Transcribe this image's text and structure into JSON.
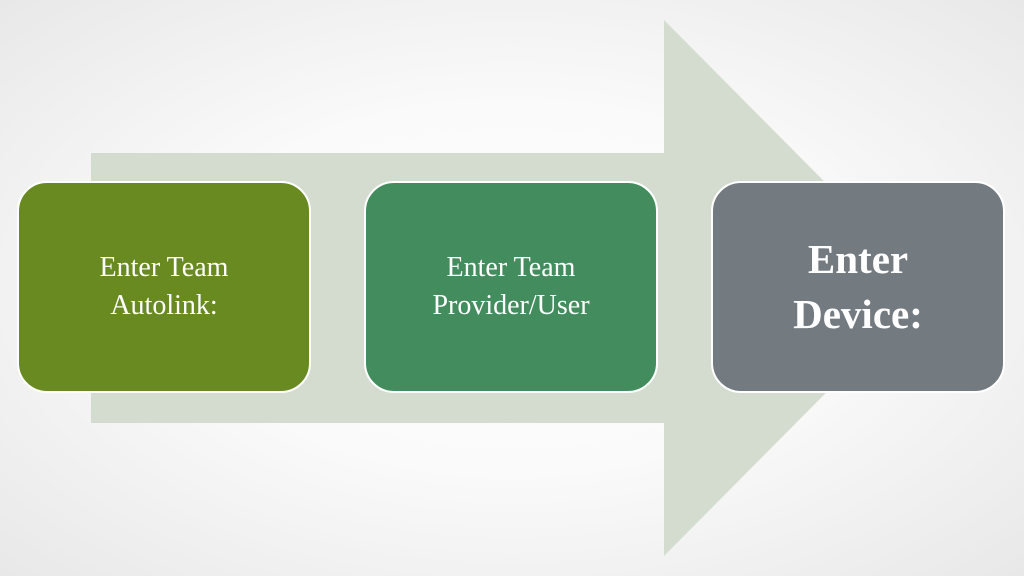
{
  "colors": {
    "arrow": "#d4dccf",
    "text": "#ffffff",
    "step_border": "#ffffff"
  },
  "steps": [
    {
      "label": "Enter Team\nAutolink:",
      "color": "#688a21",
      "emphasis": false
    },
    {
      "label": "Enter Team\nProvider/User",
      "color": "#428c5d",
      "emphasis": false
    },
    {
      "label": "Enter\nDevice:",
      "color": "#737b80",
      "emphasis": true
    }
  ]
}
